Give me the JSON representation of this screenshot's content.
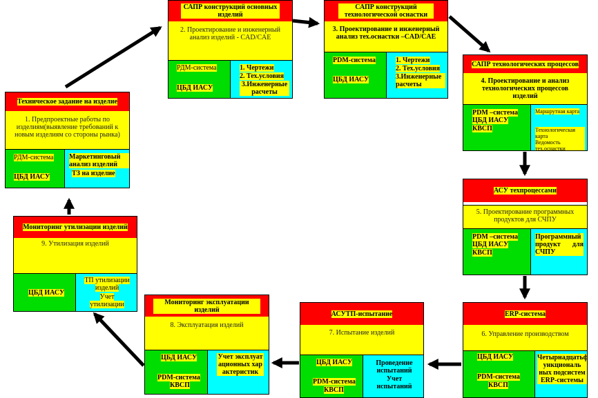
{
  "blocks": {
    "tz": {
      "header": "Техническое задание на изделие",
      "process": "1. Предпроектные работы по изделиям(выявление требований к новым изделиям со стороны рынка)",
      "g1": "РДМ-система",
      "g2": "ЦБД ИАСУ",
      "c1": "Маркетинговый анализ изделий",
      "c2": "ТЗ на изделие"
    },
    "cad": {
      "header": "САПР конструкций основных изделий",
      "process": "2. Проектирование и инженерный анализ изделий - CAD/CAE",
      "g1": "РДМ-система",
      "g2": "ЦБД ИАСУ",
      "c1": "1. Чертежи",
      "c2": "2. Тех.условия",
      "c3": "3.Инженерные расчеты"
    },
    "tech": {
      "header": "САПР конструкций технологической оснастки",
      "process": "3. Проектирование и инженерный анализ тех.оснастки –CAD/CAE",
      "g1": "PDM-система",
      "g2": "ЦБД ИАСУ",
      "c1": "1. Чертежи",
      "c2": "2. Тех.условия",
      "c3": "3.Инженерные расчеты"
    },
    "tp": {
      "header": "САПР технологических процессов",
      "process": "4. Проектирование и анализ технологических процессов изделий",
      "g1": "PDM –система",
      "g2": "ЦБД ИАСУ",
      "g3": "КВСП",
      "c1": "Маршрутная карта",
      "c2": "Технологическая карта",
      "c3": "Ведомость тех.оснастки"
    },
    "asu": {
      "header": "АСУ техпроцессами",
      "process": "5. Проектирование программных продуктов для СЧПУ",
      "g1": "PDM –система",
      "g2": "ЦБД ИАСУ",
      "g3": "КВСП",
      "c1": "Программный продукт для СЧПУ"
    },
    "erp": {
      "header": "ERP-система",
      "process": "6. Управление производством",
      "g1": "ЦБД ИАСУ",
      "g2": "PDM-система",
      "g3": "КВСП",
      "c1": "Четырнадцатьф ункциональ ных подсистем ERP-системы"
    },
    "test": {
      "header": "АСУТП-испытание",
      "process": "7. Испытание изделий",
      "g1": "ЦБД ИАСУ",
      "g2": "PDM-система",
      "g3": "КВСП",
      "c1": "Проведение испытаний",
      "c2": "Учет испытаний"
    },
    "expl": {
      "header": "Мониторинг эксплуатации изделий",
      "process": "8. Эксплуатация изделий",
      "g1": "ЦБД ИАСУ",
      "g2": "PDM-система",
      "g3": "КВСП",
      "c1": "Учет эксплуатационных характеристик"
    },
    "util": {
      "header": "Мониторинг утилизации изделий",
      "process": "9. Утилизация изделий",
      "g1": "ЦБД ИАСУ",
      "c1": "ТП утилизации изделий",
      "c2": "Учет утилизации"
    }
  },
  "colors": {
    "header": "#ff0000",
    "process": "#ffff00",
    "systems": "#00dd00",
    "outputs": "#00ffff",
    "arrows": "#000000"
  }
}
